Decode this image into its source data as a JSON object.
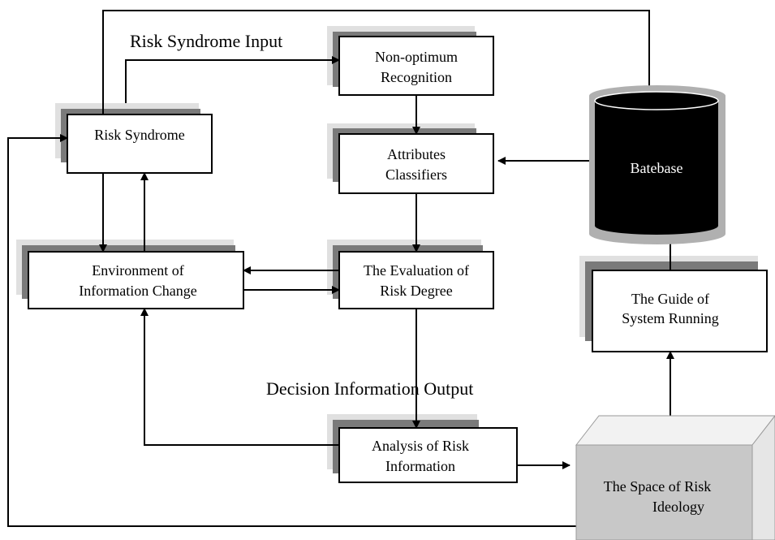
{
  "labels": {
    "risk_syndrome_input": "Risk Syndrome Input",
    "decision_information_output": "Decision Information Output"
  },
  "nodes": {
    "risk_syndrome": {
      "line1": "Risk Syndrome"
    },
    "non_optimum_recognition": {
      "line1": "Non-optimum",
      "line2": "Recognition"
    },
    "attributes_classifiers": {
      "line1": "Attributes",
      "line2": "Classifiers"
    },
    "environment_of_information_change": {
      "line1": "Environment of",
      "line2": "Information Change"
    },
    "evaluation_of_risk_degree": {
      "line1": "The Evaluation of",
      "line2": "Risk Degree"
    },
    "analysis_of_risk_information": {
      "line1": "Analysis of Risk",
      "line2": "Information"
    },
    "guide_of_system_running": {
      "line1": "The Guide of",
      "line2": "System Running"
    },
    "batebase": {
      "line1": "Batebase"
    },
    "space_of_risk_ideology": {
      "line1": "The Space of Risk",
      "line2": "Ideology"
    }
  },
  "colors": {
    "database_fill": "#000000",
    "space_box_front": "#c8c8c8",
    "space_box_side": "#e6e6e6",
    "shadow_light": "#e0e0e0",
    "shadow_dark": "#7a7a7a"
  }
}
